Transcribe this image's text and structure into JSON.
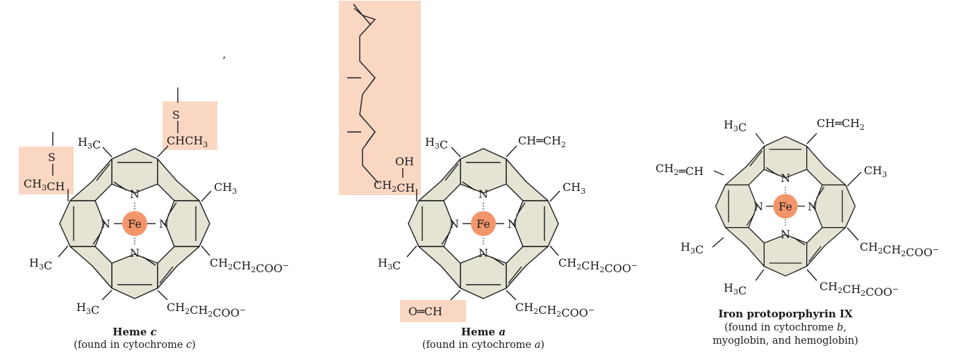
{
  "structures": [
    {
      "id": "heme-c",
      "caption_title": "Heme c",
      "caption_title_main": "Heme ",
      "caption_title_italic": "c",
      "caption_sub_pre": "(found in cytochrome ",
      "caption_sub_italic": "c",
      "caption_sub_post": ")",
      "center_atom": "Fe",
      "n_label": "N",
      "substituents": {
        "top_left": "H3C",
        "top_right": "CHCH3",
        "top_right_s": "S",
        "left_upper": "CH3CH",
        "left_upper_s": "S",
        "right_upper": "CH3",
        "left_lower": "H3C",
        "right_lower": "CH2CH2COO−",
        "bottom_left": "H3C",
        "bottom_right": "CH2CH2COO−"
      },
      "highlight_color": "#fad7c3"
    },
    {
      "id": "heme-a",
      "caption_title": "Heme a",
      "caption_title_main": "Heme ",
      "caption_title_italic": "a",
      "caption_sub_pre": "(found in cytochrome ",
      "caption_sub_italic": "a",
      "caption_sub_post": ")",
      "center_atom": "Fe",
      "n_label": "N",
      "substituents": {
        "top_left": "H3C",
        "top_right": "CH═CH2",
        "side_chain_oh": "OH",
        "left_upper": "CH2CH",
        "right_upper": "CH3",
        "left_lower": "H3C",
        "right_lower": "CH2CH2COO−",
        "bottom_left": "O═CH",
        "bottom_right": "CH2CH2COO−"
      },
      "highlight_color": "#fad7c3"
    },
    {
      "id": "protoporphyrin",
      "caption_title": "Iron protoporphyrin IX",
      "caption_sub_line1_pre": "(found in cytochrome ",
      "caption_sub_line1_italic": "b",
      "caption_sub_line1_post": ",",
      "caption_sub_line2": "myoglobin, and hemoglobin)",
      "center_atom": "Fe",
      "n_label": "N",
      "substituents": {
        "top_left": "H3C",
        "top_right": "CH═CH2",
        "left_upper": "CH2═CH",
        "right_upper": "CH3",
        "left_lower": "H3C",
        "right_lower": "CH2CH2COO−",
        "bottom_left": "H3C",
        "bottom_right": "CH2CH2COO−"
      }
    }
  ],
  "colors": {
    "ring_fill": "#e5e3d4",
    "iron": "#f2956b",
    "highlight": "#fad7c3"
  },
  "stray_mark": "’"
}
